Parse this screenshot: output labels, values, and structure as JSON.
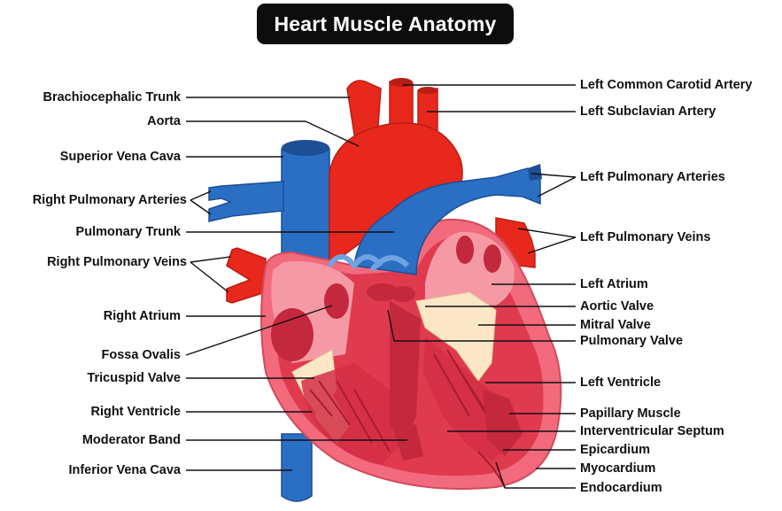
{
  "title": "Heart Muscle Anatomy",
  "colors": {
    "artery_red": "#e8281d",
    "vein_blue": "#2a6fc4",
    "heart_pink": "#f26a7c",
    "muscle_red": "#e03a4e",
    "valve_cream": "#fbe7c6",
    "chamber_pink": "#f59aa5"
  },
  "labels_left": {
    "brachiocephalic_trunk": "Brachiocephalic Trunk",
    "aorta": "Aorta",
    "superior_vena_cava": "Superior Vena Cava",
    "right_pulmonary_arteries": "Right Pulmonary Arteries",
    "pulmonary_trunk": "Pulmonary Trunk",
    "right_pulmonary_veins": "Right Pulmonary Veins",
    "right_atrium": "Right Atrium",
    "fossa_ovalis": "Fossa Ovalis",
    "tricuspid_valve": "Tricuspid Valve",
    "right_ventricle": "Right Ventricle",
    "moderator_band": "Moderator Band",
    "inferior_vena_cava": "Inferior Vena Cava"
  },
  "labels_right": {
    "left_common_carotid_artery": "Left Common Carotid Artery",
    "left_subclavian_artery": "Left Subclavian Artery",
    "left_pulmonary_arteries": "Left Pulmonary Arteries",
    "left_pulmonary_veins": "Left Pulmonary Veins",
    "left_atrium": "Left Atrium",
    "aortic_valve": "Aortic Valve",
    "mitral_valve": "Mitral Valve",
    "pulmonary_valve": "Pulmonary Valve",
    "left_ventricle": "Left Ventricle",
    "papillary_muscle": "Papillary Muscle",
    "interventricular_septum": "Interventricular Septum",
    "epicardium": "Epicardium",
    "myocardium": "Myocardium",
    "endocardium": "Endocardium"
  }
}
